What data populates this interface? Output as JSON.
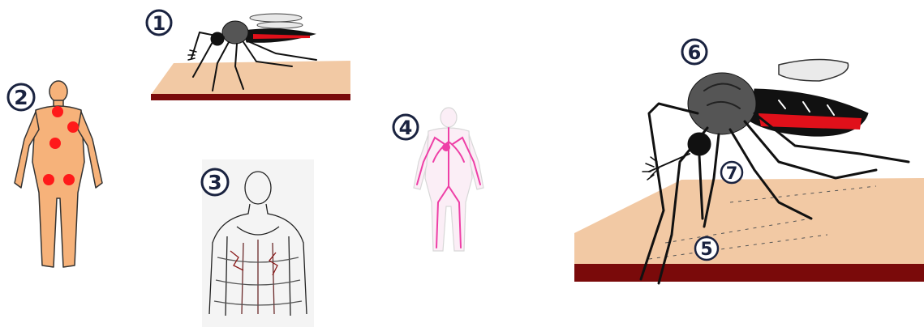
{
  "labels": {
    "n1": "1",
    "n2": "2",
    "n3": "3",
    "n4": "4",
    "n5": "5",
    "n6": "6",
    "n7": "7"
  },
  "colors": {
    "skin": "#f2c9a4",
    "skin_edge": "#c99a73",
    "blood_layer": "#7a0a0a",
    "body_fill": "#f6b27a",
    "infection_spot": "#ff1a1a",
    "vessels_pink": "#ee3fa6",
    "mosquito_black": "#111111",
    "mosquito_red": "#e0101a",
    "number_navy": "#1a2340"
  },
  "icons": [
    "mosquito-small-icon",
    "human-body-icon",
    "lymphatic-body-icon",
    "circulatory-body-icon",
    "mosquito-large-icon"
  ]
}
